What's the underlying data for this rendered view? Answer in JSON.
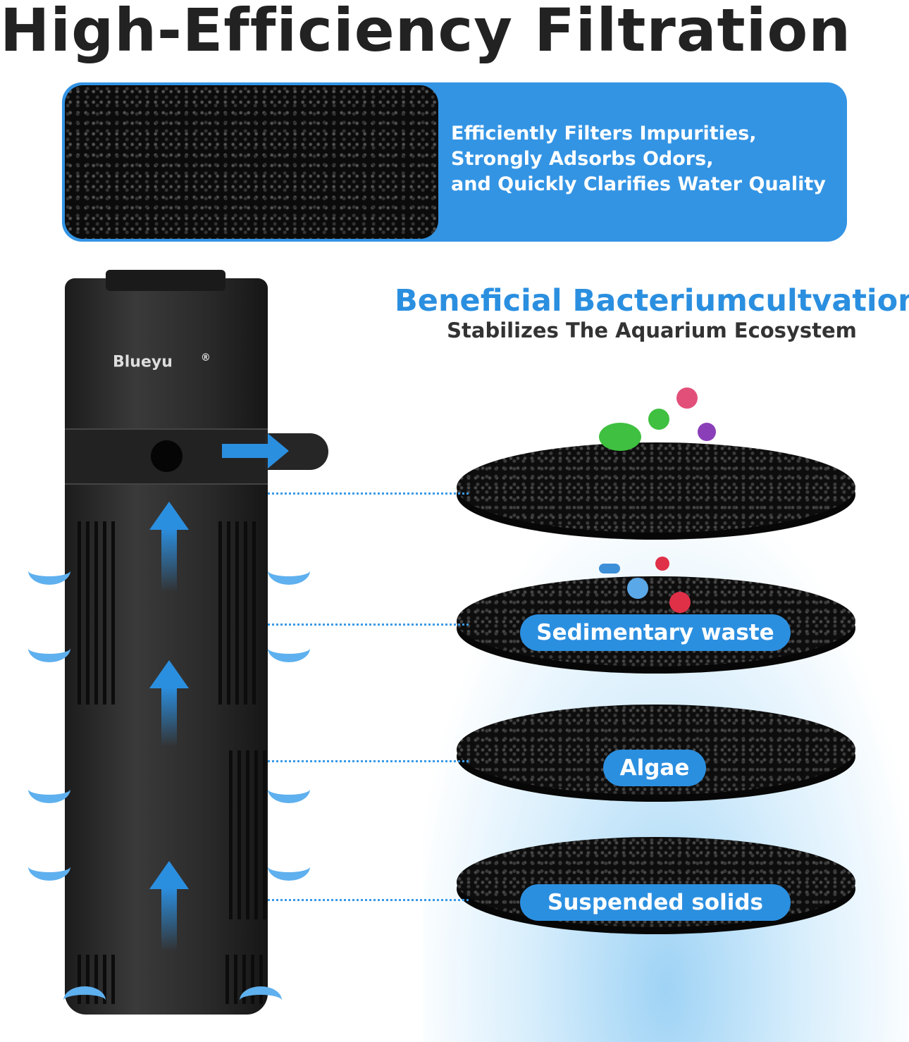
{
  "title": "High-Efficiency Filtration",
  "banner": {
    "lines": [
      "Efficiently Filters Impurities,",
      "Strongly Adsorbs Odors,",
      "and Quickly Clarifies Water Quality"
    ]
  },
  "section": {
    "heading": "Beneficial Bacteriumcultvation",
    "subheading": "Stabilizes The Aquarium Ecosystem"
  },
  "product": {
    "brand": "Blueyu",
    "trademark": "®"
  },
  "layers": [
    {
      "label": ""
    },
    {
      "label": "Sedimentary waste"
    },
    {
      "label": "Algae"
    },
    {
      "label": "Suspended solids"
    }
  ],
  "colors": {
    "accent": "#2b8fe0",
    "banner": "#3394e4",
    "text": "#222222"
  }
}
